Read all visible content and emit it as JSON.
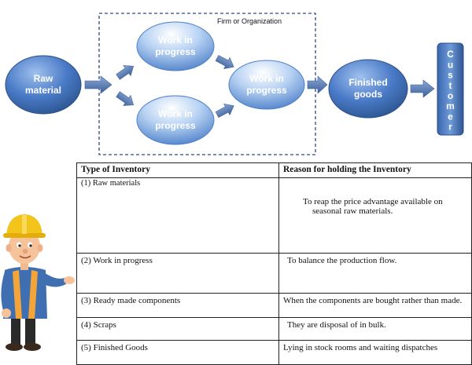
{
  "flow": {
    "firm_label": "Firm  or Organization",
    "raw": [
      "Raw",
      "material"
    ],
    "wip1": [
      "Work in",
      "progress"
    ],
    "wip2": [
      "Work in",
      "progress"
    ],
    "wip3": [
      "Work in",
      "progress"
    ],
    "finished": [
      "Finished",
      "goods"
    ],
    "customer_letters": [
      "C",
      "u",
      "s",
      "t",
      "o",
      "m",
      "e",
      "r"
    ]
  },
  "colors": {
    "node_blue": "#4472c4",
    "node_light": "#cfe0f7",
    "arrow_blue": "#4f6fa8",
    "box_dash": "#2e4a7d"
  },
  "table": {
    "headers": [
      "Type of Inventory",
      "Reason for holding the Inventory"
    ],
    "rows": [
      {
        "type": "(1) Raw materials",
        "reason": "To reap the price advantage available on seasonal raw materials."
      },
      {
        "type": "(2) Work in progress",
        "reason": "To balance the production flow."
      },
      {
        "type": "(3) Ready made components",
        "reason": "When the components are bought rather than made."
      },
      {
        "type": "(4) Scraps",
        "reason": "They are disposal of in bulk."
      },
      {
        "type": "(5) Finished Goods",
        "reason": "Lying in stock rooms and waiting dispatches"
      }
    ]
  },
  "illustration": {
    "name": "construction-worker-icon"
  }
}
